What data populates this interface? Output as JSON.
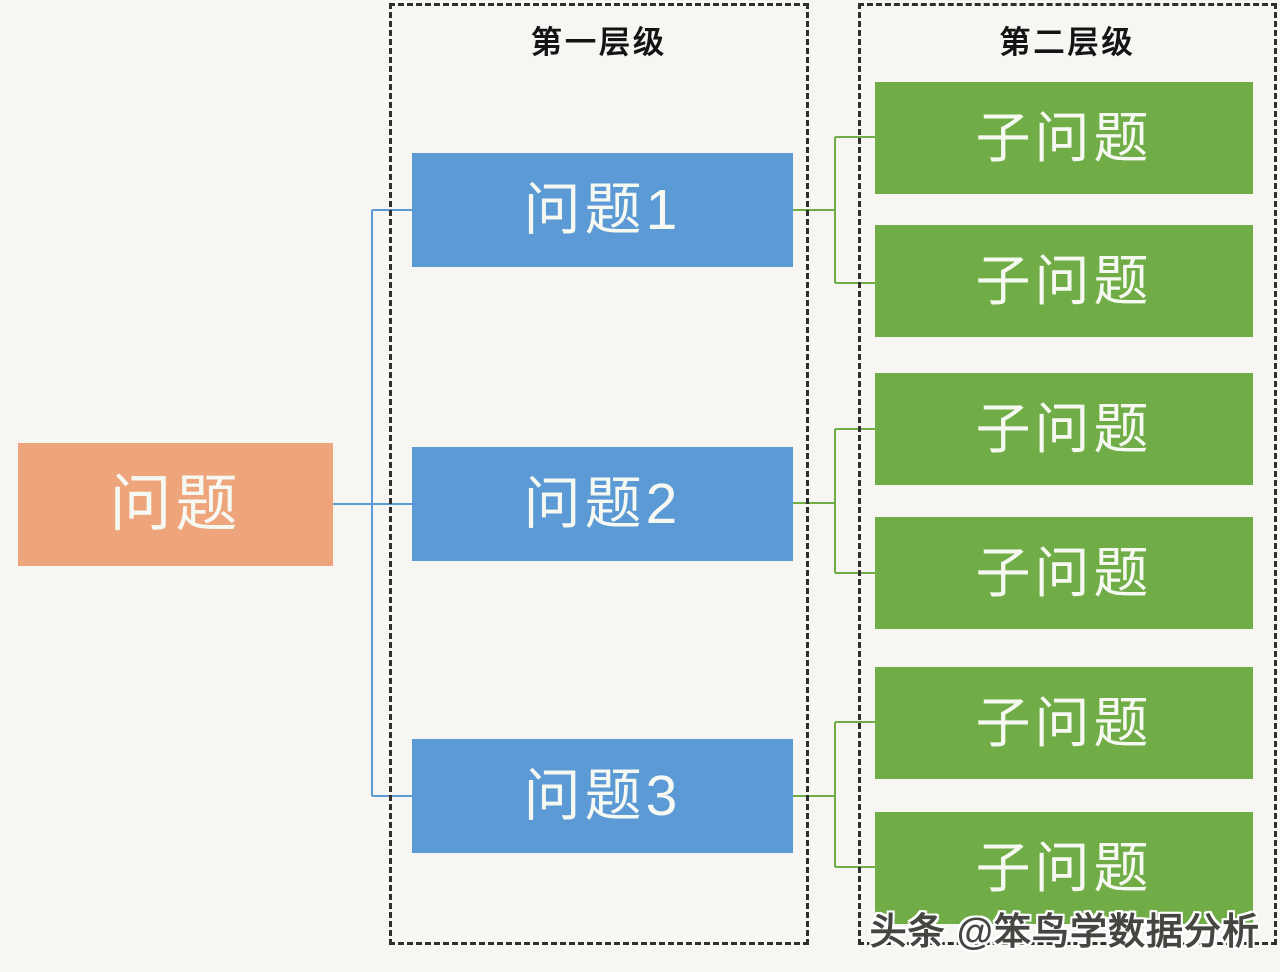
{
  "colors": {
    "background": "#f7f6f3",
    "root-fill": "#efa57c",
    "level1-fill": "#5b9ad5",
    "level2-fill": "#70ad47",
    "box-text": "#f6f8f2",
    "border-dash": "#2f2f2f",
    "header-text": "#141414",
    "blue-line": "#5b9ad5",
    "green-line": "#70ad47",
    "watermark-text": "#454542"
  },
  "root": {
    "label": "问题"
  },
  "level1": {
    "header": "第一层级",
    "boxes": [
      {
        "label": "问题1"
      },
      {
        "label": "问题2"
      },
      {
        "label": "问题3"
      }
    ]
  },
  "level2": {
    "header": "第二层级",
    "boxes": [
      {
        "label": "子问题"
      },
      {
        "label": "子问题"
      },
      {
        "label": "子问题"
      },
      {
        "label": "子问题"
      },
      {
        "label": "子问题"
      },
      {
        "label": "子问题"
      }
    ]
  },
  "watermark": {
    "text": "头条 @笨鸟学数据分析"
  }
}
